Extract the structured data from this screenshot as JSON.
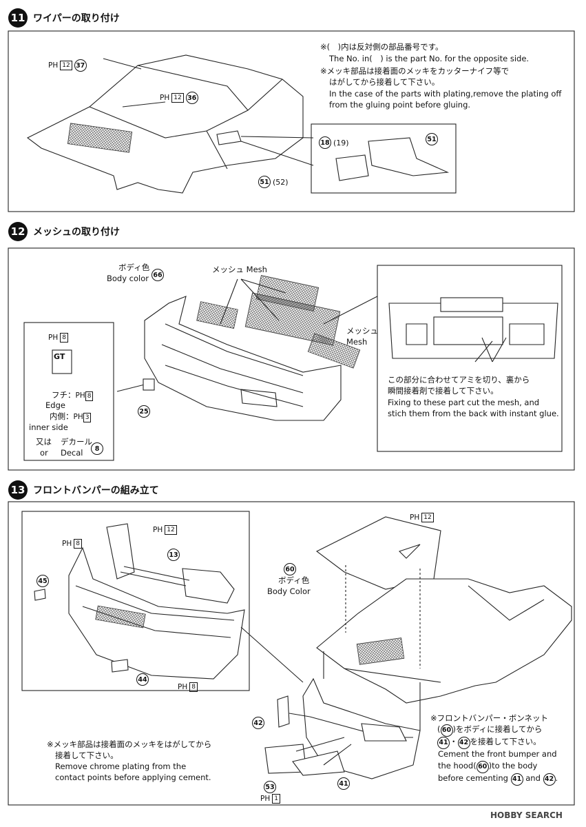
{
  "step11": {
    "number": "11",
    "title": "ワイパーの取り付け",
    "note1_jp": "※(　)内は反対側の部品番号です。",
    "note1_en": "The No. in(　) is the part No. for the opposite side.",
    "note2_jp1": "※メッキ部品は接着面のメッキをカッターナイフ等で",
    "note2_jp2": "はがしてから接着して下さい。",
    "note2_en1": "In the case of the parts with plating,remove the plating off",
    "note2_en2": "from the gluing point before gluing.",
    "labels": {
      "p37": "37",
      "p36": "36",
      "p51a": "51",
      "p52": "(52)",
      "p18": "18",
      "p19": "(19)",
      "p51b": "51",
      "ph": "PH",
      "color12": "12"
    }
  },
  "step12": {
    "number": "12",
    "title": "メッシュの取り付け",
    "body_color_jp": "ボディ色",
    "body_color_en": "Body color",
    "mesh_label": "メッシュ Mesh",
    "mesh_jp": "メッシュ",
    "mesh_en": "Mesh",
    "p66": "66",
    "p25": "25",
    "ph8": "8",
    "edge_jp": "フチ：",
    "edge_en": "Edge",
    "inner_jp": "内側：",
    "inner_en": "inner side",
    "ph3": "3",
    "or_jp": "又は",
    "or_en": "or",
    "decal_jp": "デカール",
    "decal_en": "Decal",
    "decal_no": "8",
    "emblem": "GT",
    "note_jp1": "この部分に合わせてアミを切り、裏から",
    "note_jp2": "瞬間接着剤で接着して下さい。",
    "note_en1": "Fixing to these part cut  the mesh, and",
    "note_en2": "stich them from the back with instant glue."
  },
  "step13": {
    "number": "13",
    "title": "フロントバンパーの組み立て",
    "p13": "13",
    "p45": "45",
    "p44": "44",
    "p60": "60",
    "p42": "42",
    "p53": "53",
    "p41": "41",
    "ph8a": "8",
    "ph12": "12",
    "ph8b": "8",
    "ph12b": "12",
    "ph1": "1",
    "body_color_jp": "ボディ色",
    "body_color_en": "Body Color",
    "left_note_jp1": "※メッキ部品は接着面のメッキをはがしてから",
    "left_note_jp2": "接着して下さい。",
    "left_note_en1": "Remove chrome plating from the",
    "left_note_en2": "contact points before applying cement.",
    "right_note_jp1": "※フロントバンパー・ボンネット",
    "right_note_jp2a": "(",
    "right_note_jp2b": ")をボディに接着してから",
    "right_note_jp3": "を接着して下さい。",
    "right_note_en1": "Cement the front bumper and",
    "right_note_en2a": "the hood(",
    "right_note_en2b": ")to the body",
    "right_note_en3a": "before cementing",
    "right_note_en3b": "and",
    "right_note_en3c": ".",
    "r60": "60",
    "r41": "41",
    "r42": "42",
    "r41b": "41",
    "r42b": "42"
  },
  "watermark": "HOBBY SEARCH"
}
